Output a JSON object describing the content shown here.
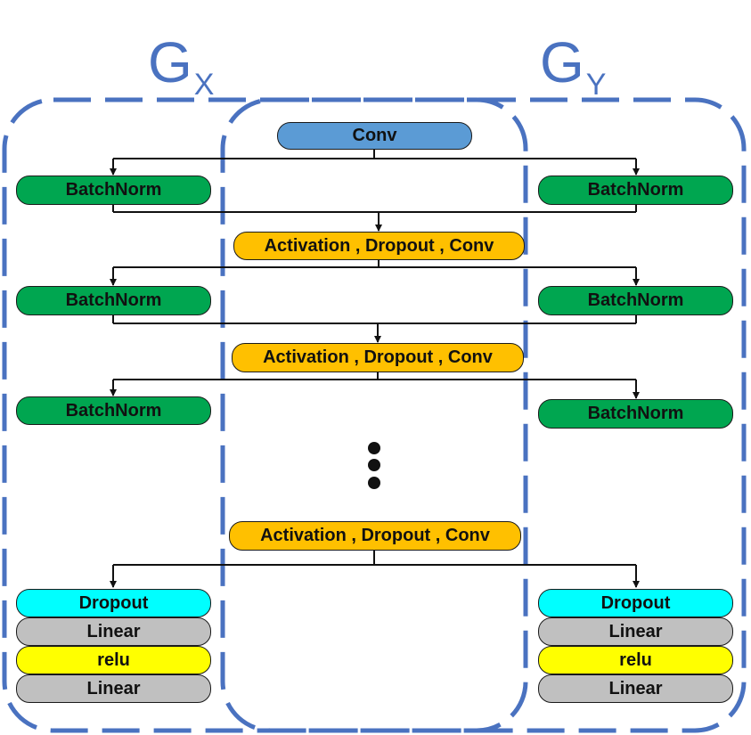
{
  "groups": {
    "gx": {
      "letter": "G",
      "sub": "X"
    },
    "gy": {
      "letter": "G",
      "sub": "Y"
    }
  },
  "nodes": {
    "conv": "Conv",
    "batchnorm": "BatchNorm",
    "act_block": "Activation , Dropout , Conv",
    "dropout": "Dropout",
    "linear": "Linear",
    "relu": "relu"
  },
  "colors": {
    "group_outline": "#4a72c0",
    "conv": "#5b9bd5",
    "batchnorm": "#00a650",
    "act_block": "#ffc000",
    "dropout": "#00ffff",
    "linear": "#c0c0c0",
    "relu": "#ffff00"
  }
}
